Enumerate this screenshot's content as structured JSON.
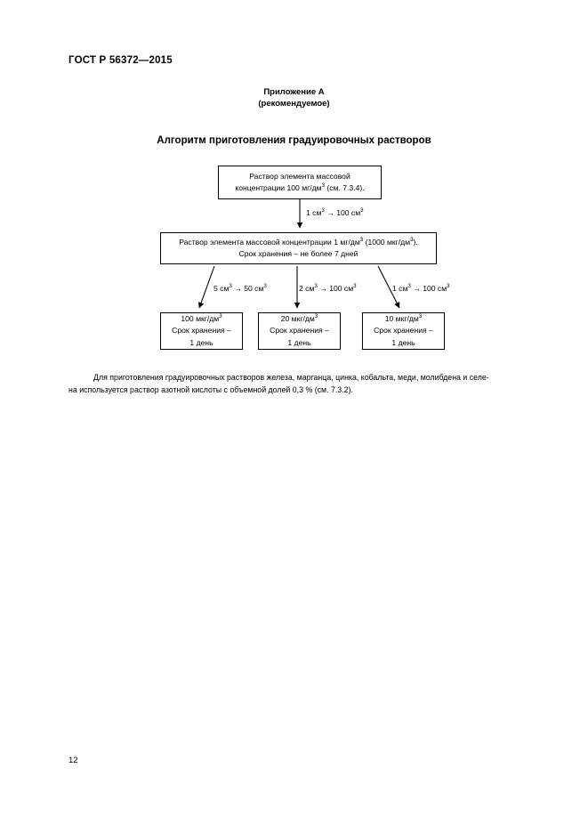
{
  "document": {
    "header": "ГОСТ Р 56372—2015",
    "page_number": "12"
  },
  "annex": {
    "title": "Приложение А",
    "subtitle": "(рекомендуемое)"
  },
  "figure": {
    "title": "Алгоритм приготовления градуировочных растворов",
    "nodes": {
      "stock": {
        "line1": "Раствор элемента массовой",
        "line2_a": "концентрации 100 мг/дм",
        "line2_sup": "3",
        "line2_b": " (см. 7.3.4)."
      },
      "intermediate": {
        "line1_a": "Раствор элемента массовой концентрации 1 мг/дм",
        "line1_sup1": "3",
        "line1_b": " (1000 мкг/дм",
        "line1_sup2": "3",
        "line1_c": ").",
        "line2": "Срок хранения – не более 7 дней"
      },
      "working_1": {
        "line1_a": "100 мкг/дм",
        "line1_sup": "3",
        "line2": "Срок хранения –",
        "line3": "1 день"
      },
      "working_2": {
        "line1_a": "20 мкг/дм",
        "line1_sup": "3",
        "line2": "Срок хранения –",
        "line3": "1 день"
      },
      "working_3": {
        "line1_a": "10 мкг/дм",
        "line1_sup": "3",
        "line2": "Срок хранения –",
        "line3": "1 день"
      }
    },
    "edge_labels": {
      "main": {
        "from_value": "1 см",
        "from_sup": "3",
        "arrow": "→",
        "to_value": "100 см",
        "to_sup": "3"
      },
      "branch_1": {
        "from_value": "5 см",
        "from_sup": "3",
        "arrow": "→",
        "to_value": "50 см",
        "to_sup": "3"
      },
      "branch_2": {
        "from_value": "2 см",
        "from_sup": "3",
        "arrow": "→",
        "to_value": "100 см",
        "to_sup": "3"
      },
      "branch_3": {
        "from_value": "1 см",
        "from_sup": "3",
        "arrow": "→",
        "to_value": "100 см",
        "to_sup": "3"
      }
    }
  },
  "note": {
    "line1": "Для приготовления градуировочных растворов железа, марганца, цинка, кобальта, меди, молибдена и селе-",
    "line2": "на используется раствор азотной кислоты с объемной долей 0,3 % (см. 7.3.2)."
  }
}
